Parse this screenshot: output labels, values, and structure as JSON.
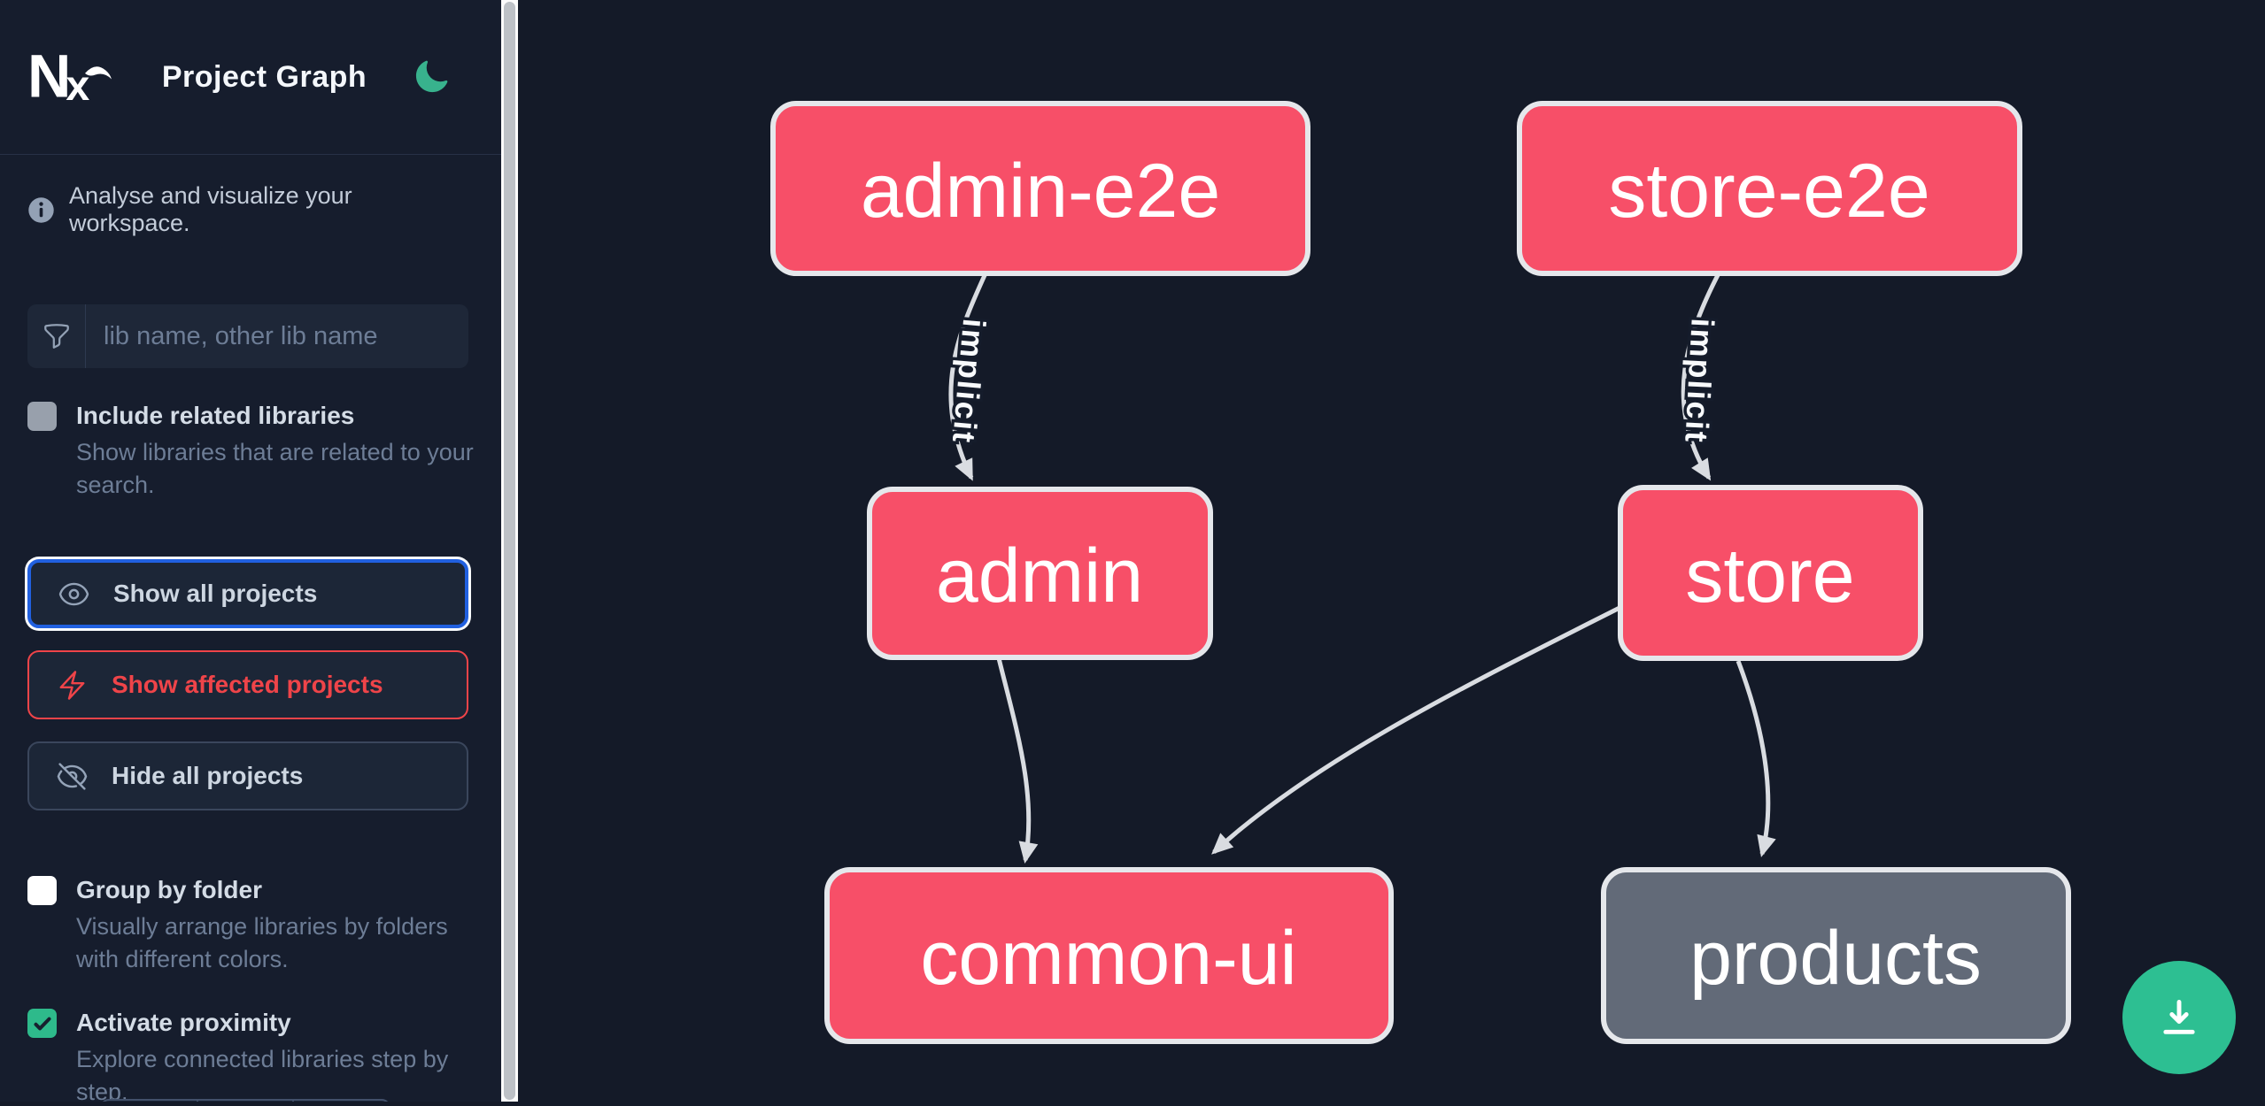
{
  "app": {
    "logo_text": "Nx",
    "title": "Project Graph",
    "tagline": "Analyse and visualize your workspace."
  },
  "search": {
    "placeholder": "lib name, other lib name"
  },
  "toggles": [
    {
      "label": "Include related libraries",
      "description": "Show libraries that are related to your search.",
      "checked": false,
      "disabled": true
    },
    {
      "label": "Group by folder",
      "description": "Visually arrange libraries by folders with different colors.",
      "checked": false,
      "disabled": false
    },
    {
      "label": "Activate proximity",
      "description": "Explore connected libraries step by step.",
      "checked": true,
      "disabled": false
    }
  ],
  "actions": [
    {
      "label": "Show all projects",
      "icon": "eye-icon",
      "state": "focused"
    },
    {
      "label": "Show affected projects",
      "icon": "bolt-icon",
      "state": "affected"
    },
    {
      "label": "Hide all projects",
      "icon": "eye-slash-icon",
      "state": "default"
    }
  ],
  "graph": {
    "nodes": [
      {
        "id": "admin-e2e",
        "label": "admin-e2e",
        "kind": "affected"
      },
      {
        "id": "store-e2e",
        "label": "store-e2e",
        "kind": "affected"
      },
      {
        "id": "admin",
        "label": "admin",
        "kind": "affected"
      },
      {
        "id": "store",
        "label": "store",
        "kind": "affected"
      },
      {
        "id": "common-ui",
        "label": "common-ui",
        "kind": "affected"
      },
      {
        "id": "products",
        "label": "products",
        "kind": "plain"
      }
    ],
    "edges": [
      {
        "from": "admin-e2e",
        "to": "admin",
        "label": "implicit"
      },
      {
        "from": "store-e2e",
        "to": "store",
        "label": "implicit"
      },
      {
        "from": "admin",
        "to": "common-ui",
        "label": ""
      },
      {
        "from": "store",
        "to": "common-ui",
        "label": ""
      },
      {
        "from": "store",
        "to": "products",
        "label": ""
      }
    ]
  },
  "colors": {
    "node_affected": "#f74f68",
    "node_plain": "#626a78",
    "node_border": "#e5e7eb",
    "edge": "#d9dce1",
    "accent_blue": "#2160e0",
    "affected_red": "#ef4449",
    "brand_green": "#2dbf92"
  }
}
